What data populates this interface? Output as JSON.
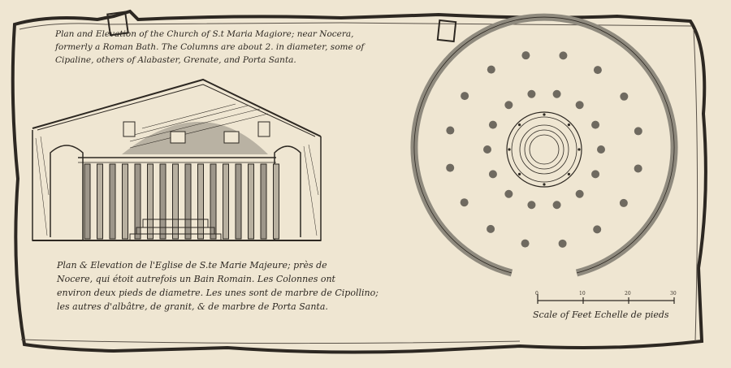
{
  "caption_en": {
    "line1": "Plan and Elevation of the Church of S.t Maria Magiore; near Nocera,",
    "line2": "formerly a Roman Bath.   The Columns are about 2. in diameter, some of",
    "line3": "Cipaline, others of Alabaster, Grenate, and Porta Santa."
  },
  "caption_fr": {
    "line1": "Plan & Elevation de l'Eglise de S.te Marie Majeure; près de",
    "line2": "Nocere, qui étoit autrefois un Bain Romain. Les Colonnes ont",
    "line3": "environ deux pieds de diametre.   Les unes sont de marbre de Cipollino;",
    "line4": "les autres d'albâtre, de granit, & de marbre de Porta Santa."
  },
  "scale": {
    "label": "Scale of Feet  Echelle de pieds",
    "ticks": [
      "0",
      "10",
      "20",
      "30"
    ]
  },
  "colors": {
    "paper": "#efe6d2",
    "ink": "#2d2822",
    "wall_fill": "#8f8a7e"
  }
}
